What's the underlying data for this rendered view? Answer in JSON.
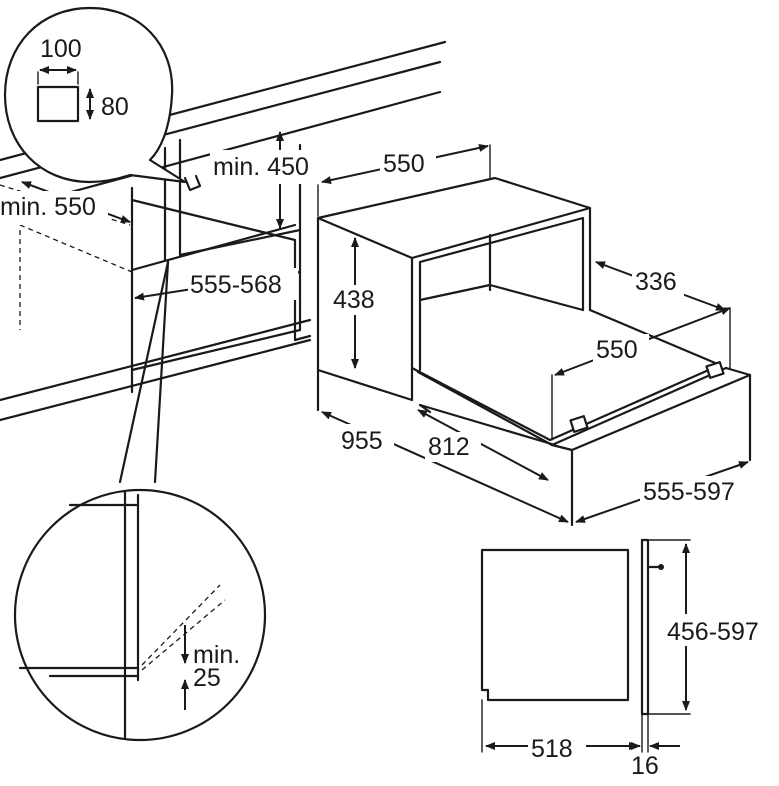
{
  "labels": {
    "detail_top_width": "100",
    "detail_top_height": "80",
    "min_450": "min. 450",
    "min_550": "min. 550",
    "niche_width": "555-568",
    "oven_width": "550",
    "oven_height": "438",
    "oven_depth_336": "336",
    "oven_inner_550": "550",
    "open_depth": "955",
    "body_depth": "812",
    "front_width": "555-597",
    "min_25_a": "min.",
    "min_25_b": "25",
    "side_height": "456-597",
    "side_depth": "518",
    "side_front": "16"
  },
  "colors": {
    "line": "#1a1a1a",
    "background": "#ffffff"
  }
}
